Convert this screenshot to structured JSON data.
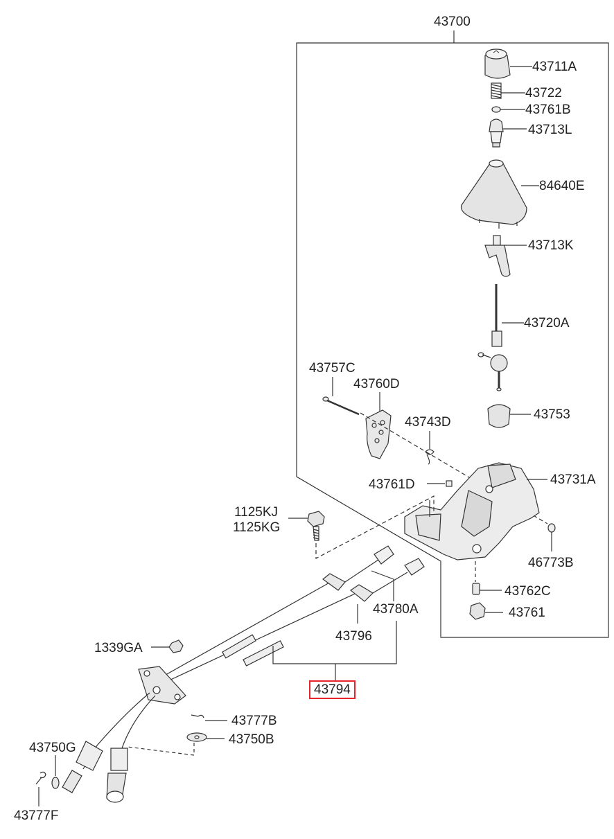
{
  "parts": {
    "assembly": "43700",
    "knob": "43711A",
    "spring": "43722",
    "bushing_b": "43761B",
    "lever_upper": "43713L",
    "boot": "84640E",
    "lever_lower": "43713K",
    "shift_lever": "43720A",
    "pin": "43757C",
    "bracket": "43760D",
    "clip": "43743D",
    "housing_socket": "43753",
    "bushing_d": "43761D",
    "housing": "43731A",
    "bolt_kj": "1125KJ",
    "bolt_kg": "1125KG",
    "washer_b": "46773B",
    "collar": "43762C",
    "nut": "43761",
    "cable_select": "43780A",
    "cable_shift": "43796",
    "cable_assembly": "43794",
    "nut_ga": "1339GA",
    "clip_b": "43777B",
    "washer_750b": "43750B",
    "washer_750g": "43750G",
    "clip_f": "43777F"
  },
  "highlight_color": "#e8232a"
}
